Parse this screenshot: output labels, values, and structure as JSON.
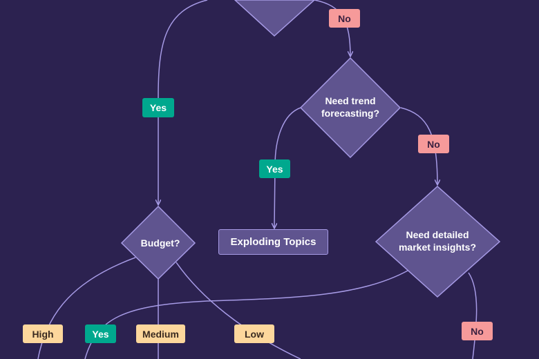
{
  "nodes": {
    "trend": "Need trend forecasting?",
    "budget": "Budget?",
    "exploding": "Exploding Topics",
    "market": "Need detailed market insights?"
  },
  "labels": {
    "no": "No",
    "yes": "Yes",
    "high": "High",
    "medium": "Medium",
    "low": "Low"
  },
  "colors": {
    "background": "#2c2250",
    "node_fill": "#5f548f",
    "stroke": "#a79be6",
    "no_badge": "#f69a9a",
    "yes_badge": "#00a88e",
    "option_badge": "#fdd79c"
  }
}
